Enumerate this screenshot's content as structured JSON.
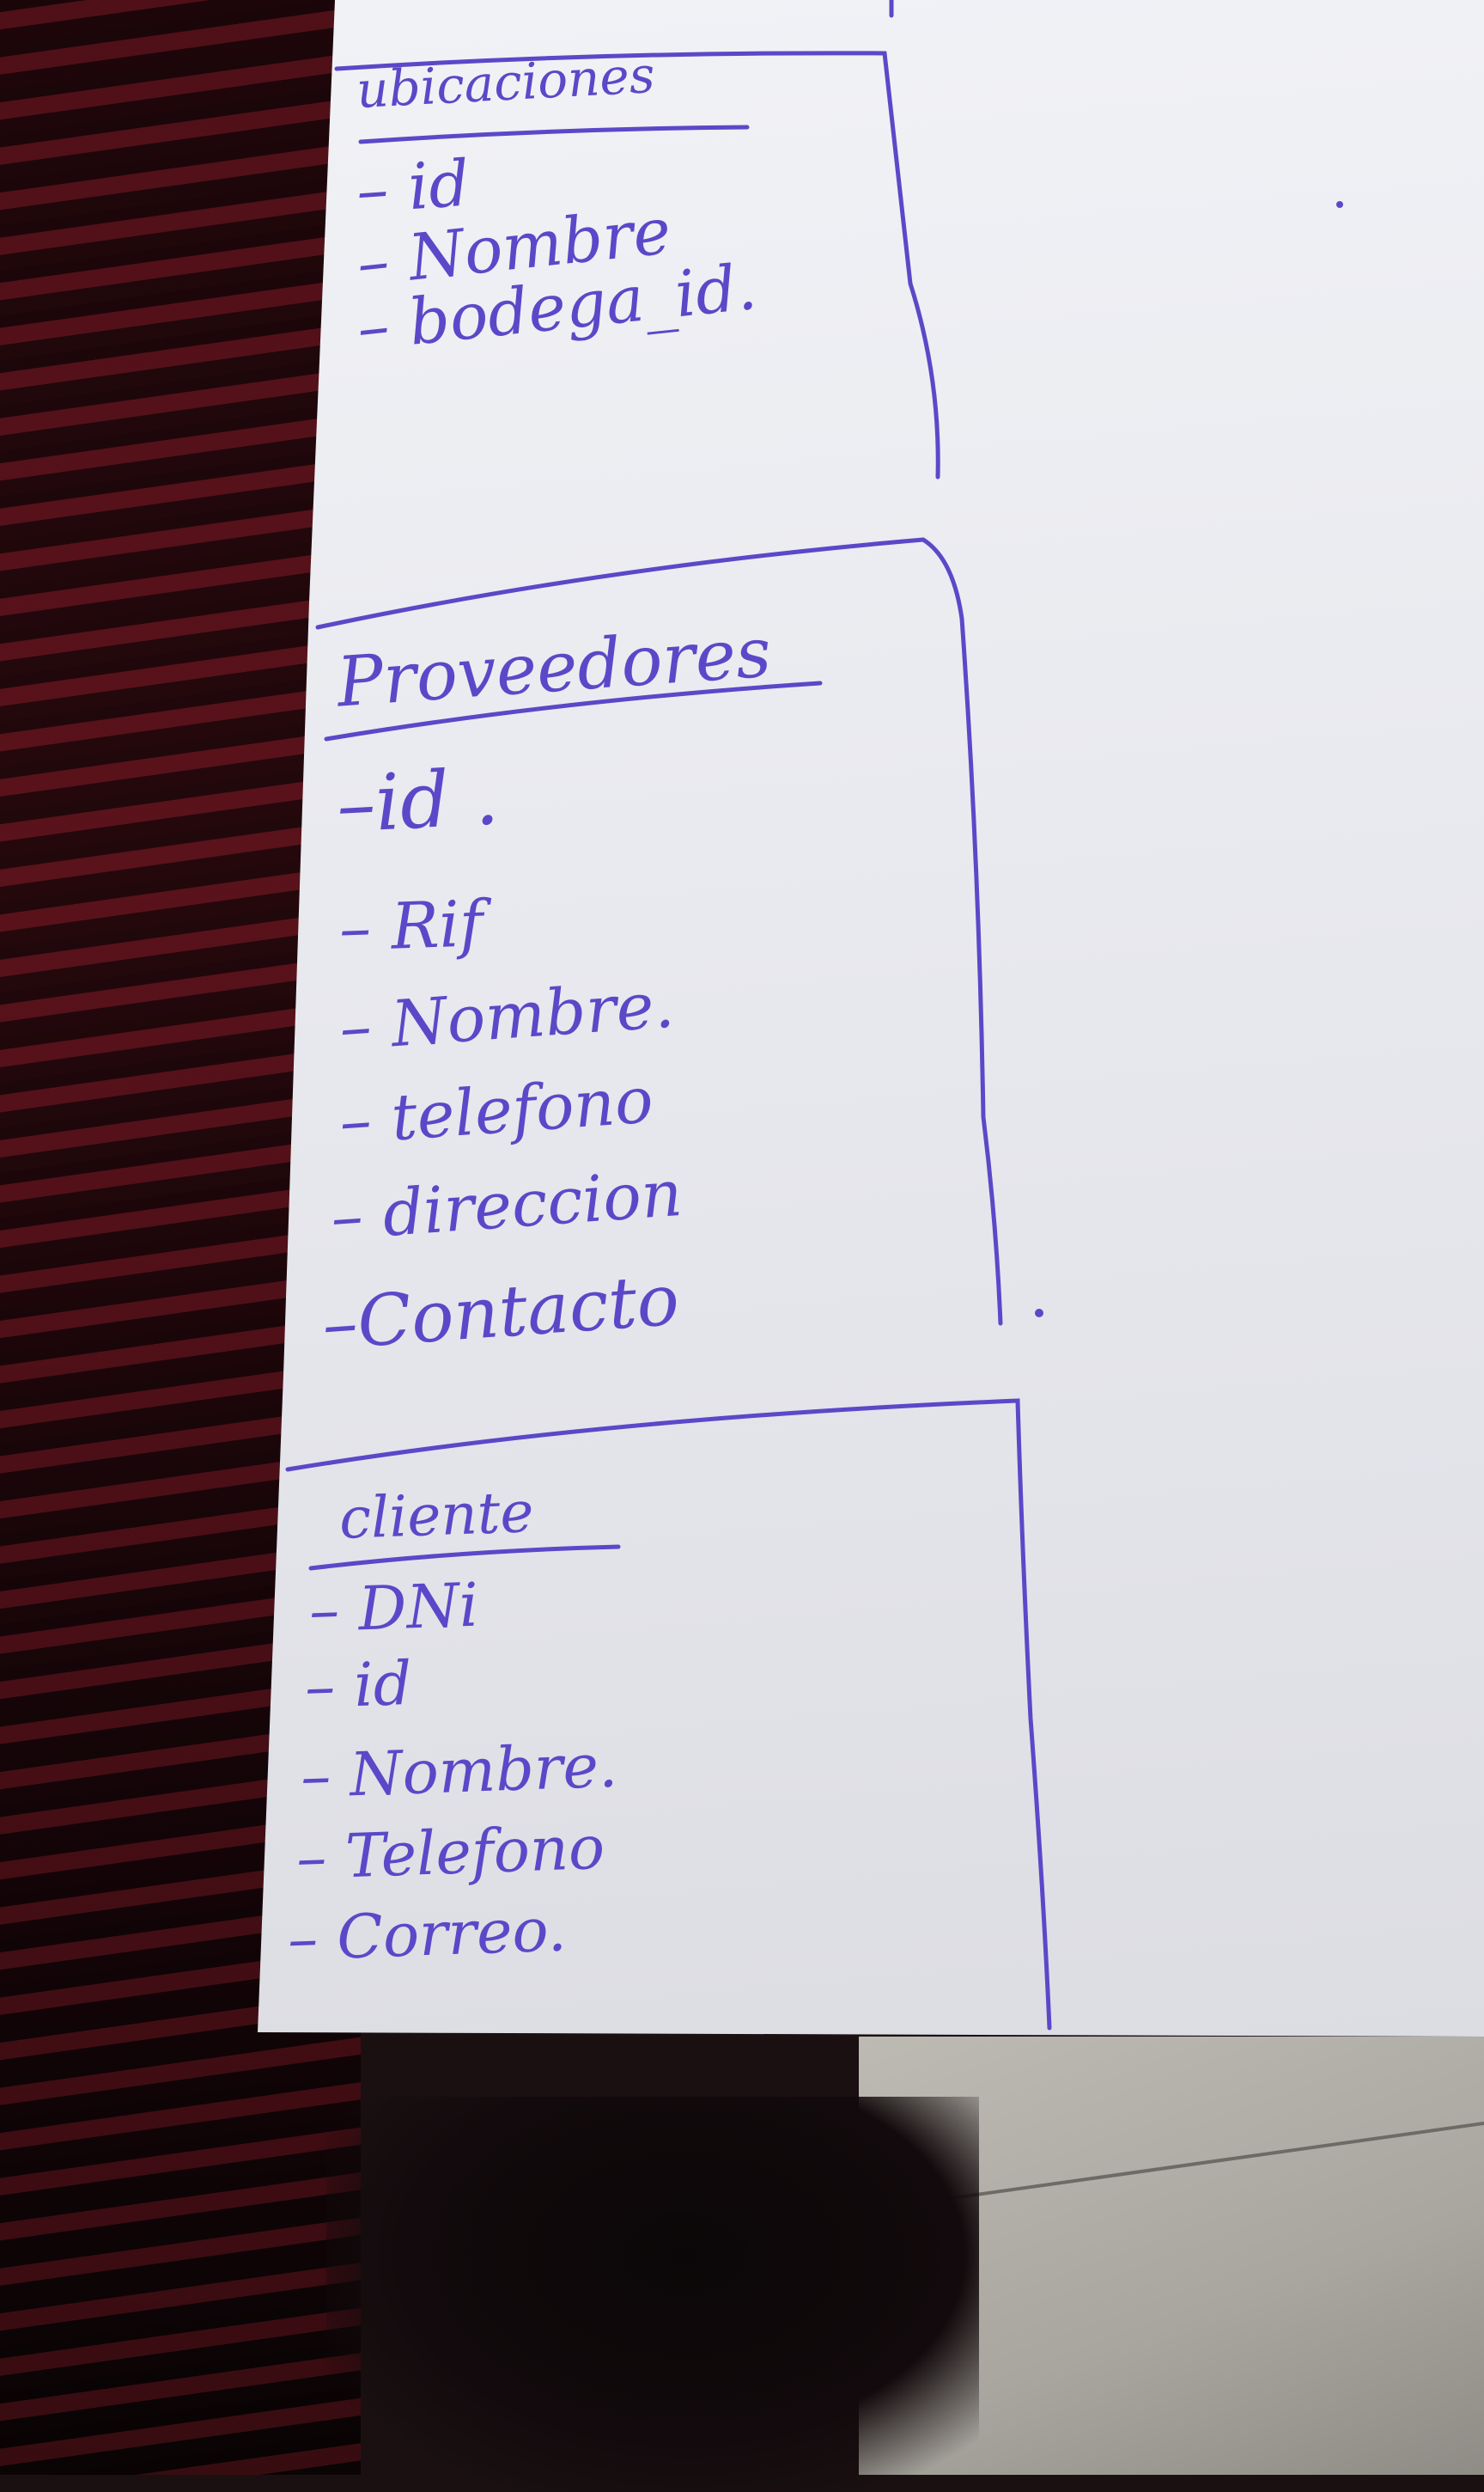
{
  "tables": [
    {
      "title": "ubicaciones",
      "fields": [
        "id",
        "Nombre",
        "bodega_id."
      ]
    },
    {
      "title": "Proveedores",
      "fields": [
        "id .",
        "Rif",
        "Nombre.",
        "telefono",
        "direccion",
        "Contacto"
      ]
    },
    {
      "title": "cliente",
      "fields": [
        "DNi",
        "id",
        "Nombre.",
        "Telefono",
        "Correo."
      ]
    }
  ],
  "ink_color": "#5b48c8"
}
